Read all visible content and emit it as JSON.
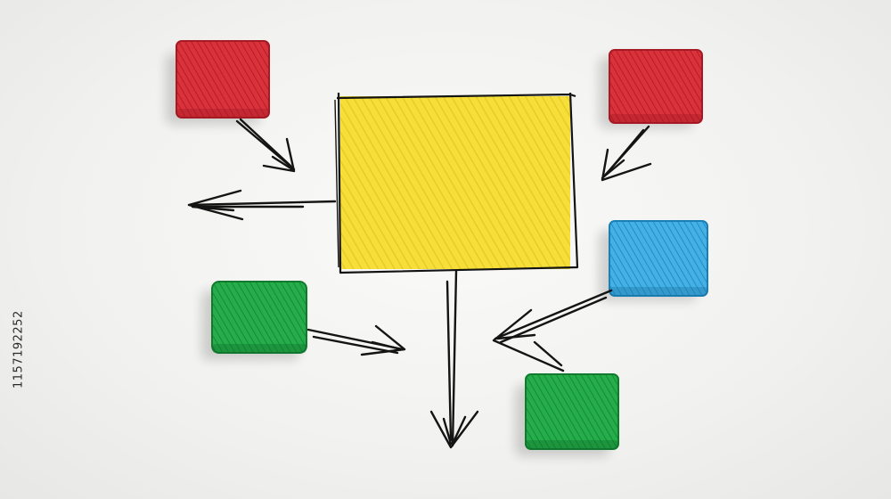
{
  "stock_id": "1157192252",
  "colors": {
    "background": "#f2f2f0",
    "center_fill": "#f3dc34",
    "red": "#d92b34",
    "blue": "#3aa7dd",
    "green": "#1ea844",
    "ink": "#141414"
  },
  "nodes": [
    {
      "id": "center",
      "color": "yellow"
    },
    {
      "id": "top-left",
      "color": "red"
    },
    {
      "id": "top-right",
      "color": "red"
    },
    {
      "id": "right",
      "color": "blue"
    },
    {
      "id": "bottom-left",
      "color": "green"
    },
    {
      "id": "bottom-right",
      "color": "green"
    }
  ],
  "edges": [
    {
      "from": "top-left",
      "to": "center"
    },
    {
      "from": "top-right",
      "to": "center"
    },
    {
      "from": "center",
      "to": "left"
    },
    {
      "from": "center",
      "to": "bottom"
    },
    {
      "from": "bottom-left",
      "to": "center"
    },
    {
      "from": "right",
      "to": "center"
    }
  ]
}
